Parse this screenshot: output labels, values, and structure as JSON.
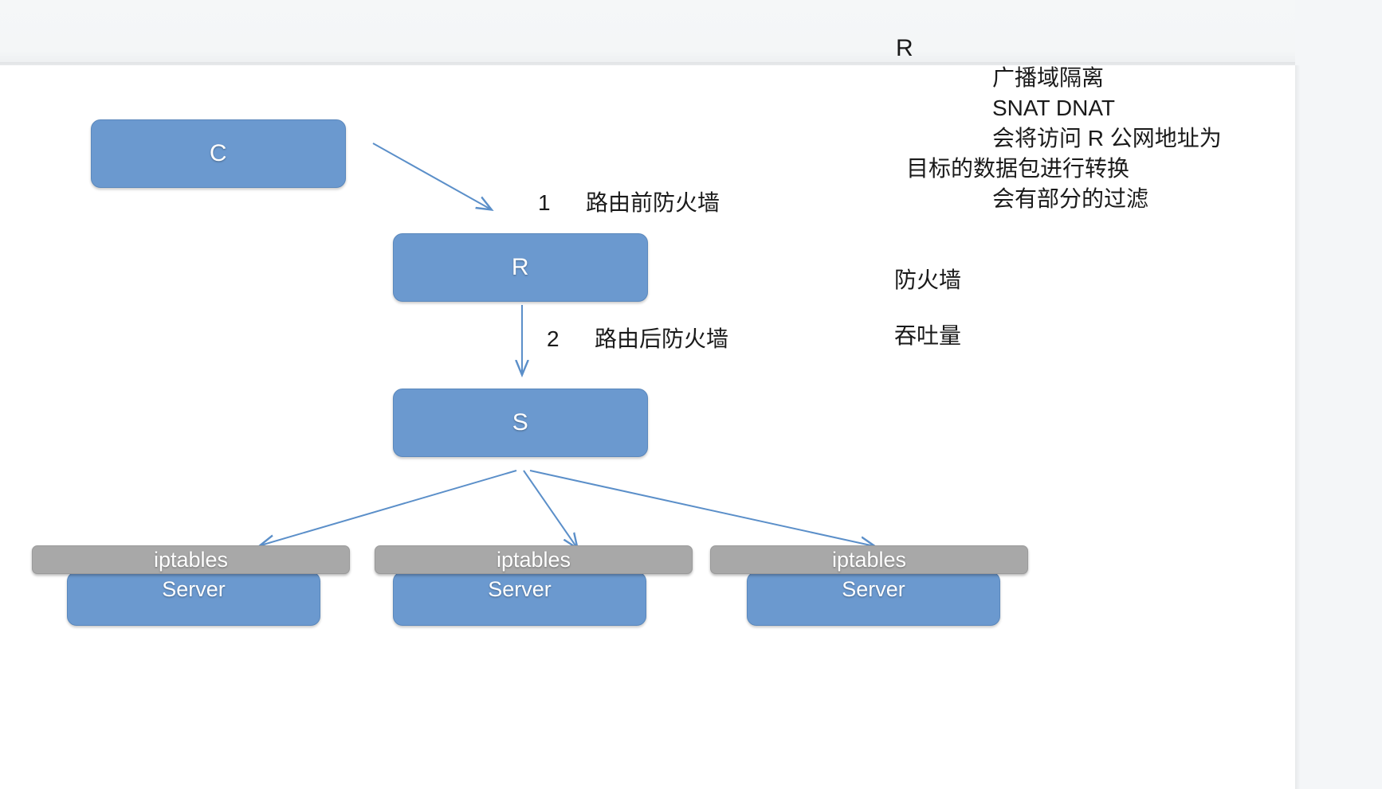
{
  "canvas": {
    "background_color": "#ffffff",
    "chrome_color": "#f4f6f8"
  },
  "colors": {
    "node_fill": "#6b99cf",
    "node_stroke": "#5a88bd",
    "iptables_fill": "#a8a8a8",
    "arrow_stroke": "#5b8fc9",
    "text": "#1a1a1a",
    "node_text": "#ffffff"
  },
  "header": {
    "r_marker": "R"
  },
  "nodes": {
    "client": "C",
    "router": "R",
    "switch": "S"
  },
  "steps": [
    {
      "number": "1",
      "label": "路由前防火墙"
    },
    {
      "number": "2",
      "label": "路由后防火墙"
    }
  ],
  "side_labels": [
    {
      "text": "防火墙"
    },
    {
      "text": "吞吐量"
    }
  ],
  "notes": [
    "广播域隔离",
    "SNAT DNAT",
    "会将访问 R 公网地址为",
    "目标的数据包进行转换",
    "会有部分的过滤"
  ],
  "servers": [
    {
      "firewall": "iptables",
      "name": "Server"
    },
    {
      "firewall": "iptables",
      "name": "Server"
    },
    {
      "firewall": "iptables",
      "name": "Server"
    }
  ]
}
